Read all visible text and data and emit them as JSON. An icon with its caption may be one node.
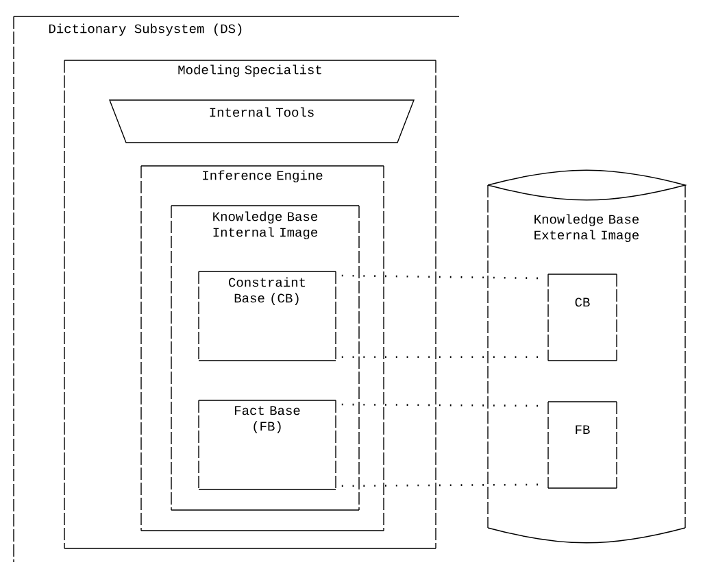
{
  "diagram": {
    "nodes": [
      {
        "text": [
          "Dictionary Subsystem (DS)"
        ]
      },
      {
        "text": [
          "Modeling Specialist"
        ],
        "in": 0
      },
      {
        "text": [
          "Internal Tools"
        ],
        "in": 1
      },
      {
        "text": [
          "Inference Engine"
        ],
        "in": 1
      },
      {
        "text": [
          "Knowledge Base Internal Image"
        ],
        "in": 3
      },
      {
        "text": [
          "Constraint Base (CB)"
        ],
        "in": 4
      },
      {
        "text": [
          "Fact Base (FB)"
        ],
        "in": 4
      },
      {
        "text": [
          "Knowledge Base External Image"
        ]
      },
      {
        "text": [
          "CB"
        ],
        "in": 7
      },
      {
        "text": [
          "FB"
        ],
        "in": 7
      }
    ],
    "edges": [
      {
        "from": 5,
        "to": 8,
        "arrow": "none",
        "style": "dashed"
      },
      {
        "from": 5,
        "to": 8,
        "arrow": "none",
        "style": "dashed"
      },
      {
        "from": 6,
        "to": 9,
        "arrow": "none",
        "style": "dashed"
      },
      {
        "from": 6,
        "to": 9,
        "arrow": "none",
        "style": "dashed"
      }
    ]
  }
}
